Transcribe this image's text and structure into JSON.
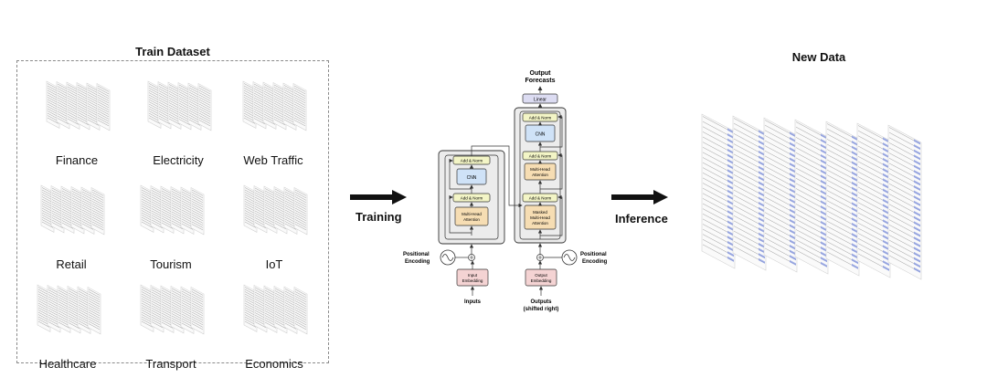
{
  "train_dataset": {
    "title": "Train Dataset",
    "domains": [
      "Finance",
      "Electricity",
      "Web Traffic",
      "Retail",
      "Tourism",
      "IoT",
      "Healthcare",
      "Transport",
      "Economics"
    ]
  },
  "arrows": {
    "training": "Training",
    "inference": "Inference"
  },
  "transformer": {
    "output_label_line1": "Output",
    "output_label_line2": "Forecasts",
    "linear": "Linear",
    "add_norm": "Add & Norm",
    "cnn": "CNN",
    "mha_line1": "Multi-Head",
    "mha_line2": "Attention",
    "masked_line1": "Masked",
    "masked_line2": "Multi-Head",
    "masked_line3": "Attention",
    "pos_enc_line1": "Positional",
    "pos_enc_line2": "Encoding",
    "input_emb_line1": "Input",
    "input_emb_line2": "Embedding",
    "output_emb_line1": "Output",
    "output_emb_line2": "Embedding",
    "inputs": "Inputs",
    "outputs_line1": "Outputs",
    "outputs_line2": "(shifted right)"
  },
  "new_data": {
    "title": "New Data"
  },
  "colors": {
    "add_norm": "#f3f5c6",
    "cnn": "#cfe2f7",
    "attention": "#f6ddb3",
    "embedding": "#f4d3d3",
    "linear": "#dcdcf2",
    "block_bg": "#ececec",
    "highlight": "#7b8ee0"
  },
  "icons": {
    "arrow": "right-arrow-icon",
    "sine": "sine-wave-icon",
    "plus": "plus-circle-icon"
  }
}
